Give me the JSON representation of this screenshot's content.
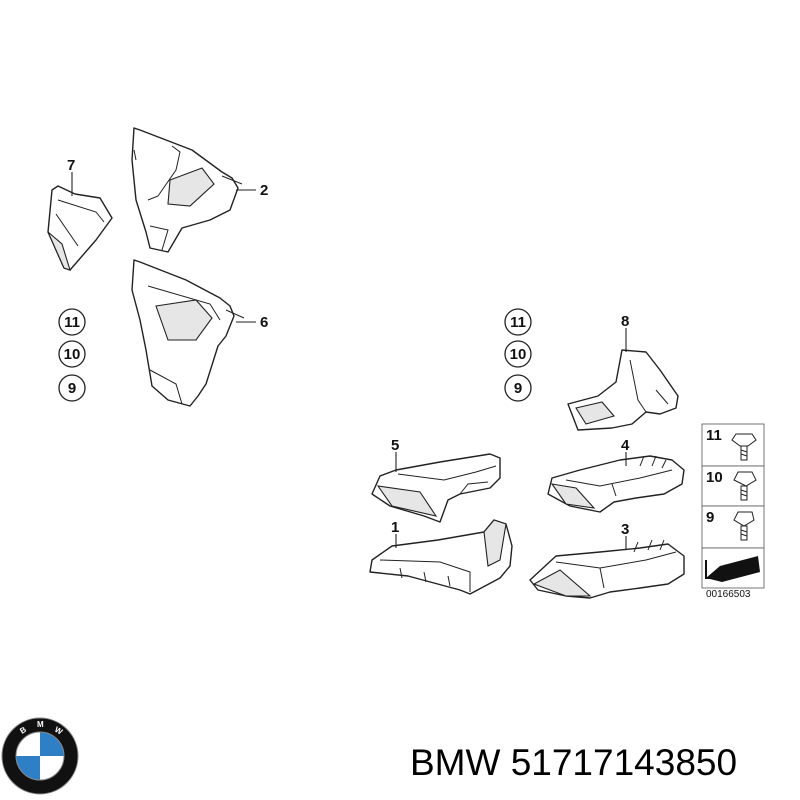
{
  "diagram": {
    "callouts": [
      "1",
      "2",
      "3",
      "4",
      "5",
      "6",
      "7",
      "8"
    ],
    "left_ref_circles": [
      "11",
      "10",
      "9"
    ],
    "right_ref_circles": [
      "11",
      "10",
      "9"
    ],
    "fastener_labels": [
      "11",
      "10",
      "9"
    ],
    "diagram_id": "00166503"
  },
  "brand": {
    "logo_text": "BMW",
    "logo_colors": {
      "ring": "#111111",
      "blue": "#2f7fc6",
      "white": "#ffffff"
    }
  },
  "caption": {
    "text": "BMW 51717143850"
  }
}
